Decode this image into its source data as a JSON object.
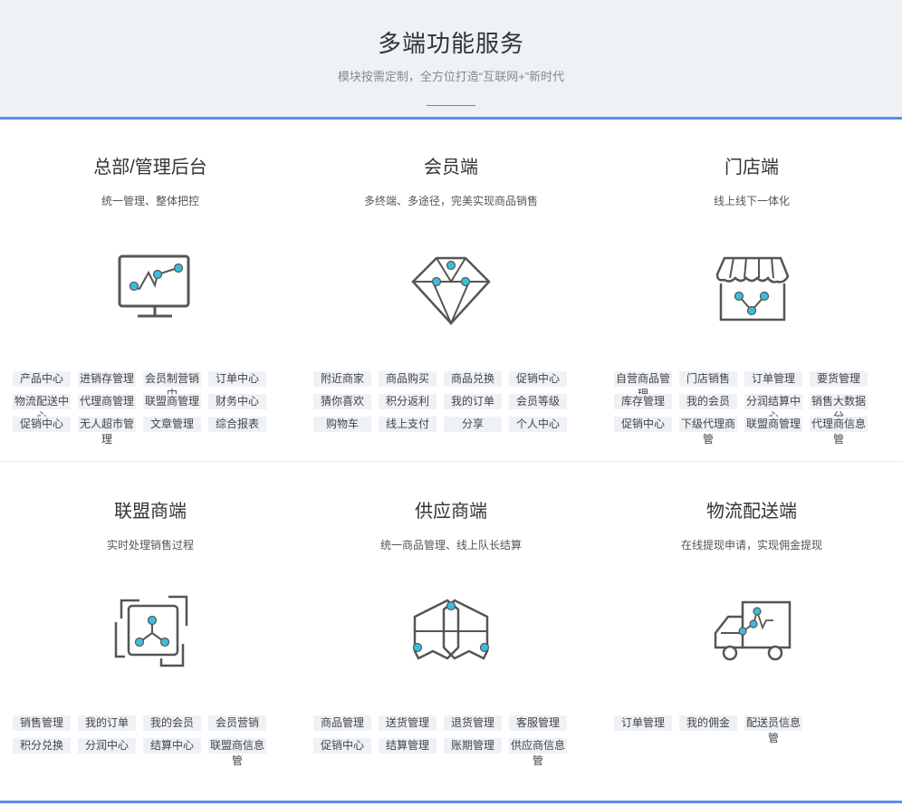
{
  "header": {
    "title": "多端功能服务",
    "subtitle": "模块按需定制，全方位打造“互联网+”新时代"
  },
  "colors": {
    "accent": "#5b8fe6",
    "icon_stroke": "#555555",
    "icon_dot": "#3bbde0"
  },
  "cards": [
    {
      "title": "总部/管理后台",
      "desc": "统一管理、整体把控",
      "icon": "monitor-chart-icon",
      "tags": [
        "产品中心",
        "进销存管理",
        "会员制营销中",
        "订单中心",
        "物流配送中心",
        "代理商管理",
        "联盟商管理",
        "财务中心",
        "促销中心",
        "无人超市管理",
        "文章管理",
        "综合报表"
      ]
    },
    {
      "title": "会员端",
      "desc": "多终端、多途径，完美实现商品销售",
      "icon": "diamond-icon",
      "tags": [
        "附近商家",
        "商品购买",
        "商品兑换",
        "促销中心",
        "猜你喜欢",
        "积分返利",
        "我的订单",
        "会员等级",
        "购物车",
        "线上支付",
        "分享",
        "个人中心"
      ]
    },
    {
      "title": "门店端",
      "desc": "线上线下一体化",
      "icon": "store-icon",
      "tags": [
        "自营商品管理",
        "门店销售",
        "订单管理",
        "要货管理",
        "库存管理",
        "我的会员",
        "分润结算中心",
        "销售大数据分",
        "促销中心",
        "下级代理商管",
        "联盟商管理",
        "代理商信息管"
      ]
    },
    {
      "title": "联盟商端",
      "desc": "实时处理销售过程",
      "icon": "network-frame-icon",
      "tags": [
        "销售管理",
        "我的订单",
        "我的会员",
        "会员营销",
        "积分兑换",
        "分润中心",
        "结算中心",
        "联盟商信息管"
      ]
    },
    {
      "title": "供应商端",
      "desc": "统一商品管理、线上队长结算",
      "icon": "hexagon-network-icon",
      "tags": [
        "商品管理",
        "送货管理",
        "退货管理",
        "客服管理",
        "促销中心",
        "结算管理",
        "账期管理",
        "供应商信息管"
      ]
    },
    {
      "title": "物流配送端",
      "desc": "在线提现申请，实现佣金提现",
      "icon": "delivery-truck-icon",
      "tags": [
        "订单管理",
        "我的佣金",
        "配送员信息管"
      ]
    }
  ]
}
